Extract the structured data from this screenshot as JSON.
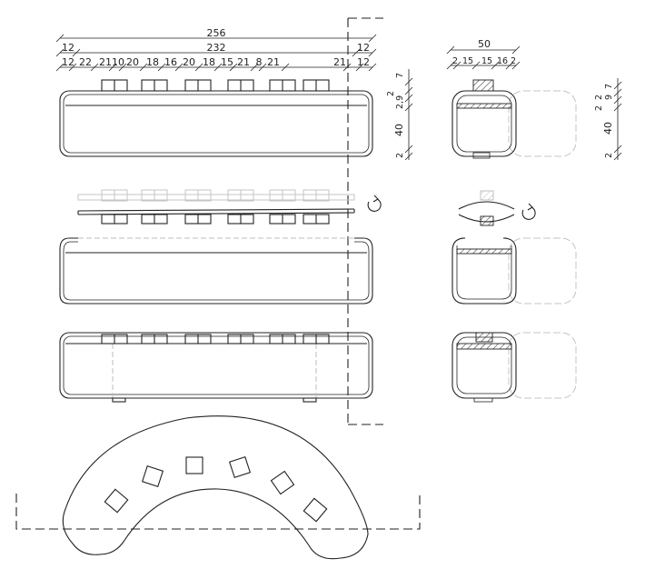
{
  "front_view": {
    "overall_width": "256",
    "inner_width": "232",
    "edge_left": "12",
    "edge_right": "12",
    "segments": [
      "12",
      "22",
      "21",
      "10",
      "20",
      "18",
      "16",
      "20",
      "18",
      "15",
      "21",
      "8",
      "21",
      "21",
      "12"
    ],
    "heights": [
      "7",
      "2",
      "2,9",
      "40",
      "2"
    ]
  },
  "side_view": {
    "overall_width": "50",
    "segments": [
      "2",
      "15",
      "15",
      "16",
      "2"
    ],
    "heights": [
      "2",
      "2",
      "9",
      "7",
      "40",
      "2"
    ]
  },
  "icons": {
    "rotate": "rotate-clockwise-icon"
  }
}
